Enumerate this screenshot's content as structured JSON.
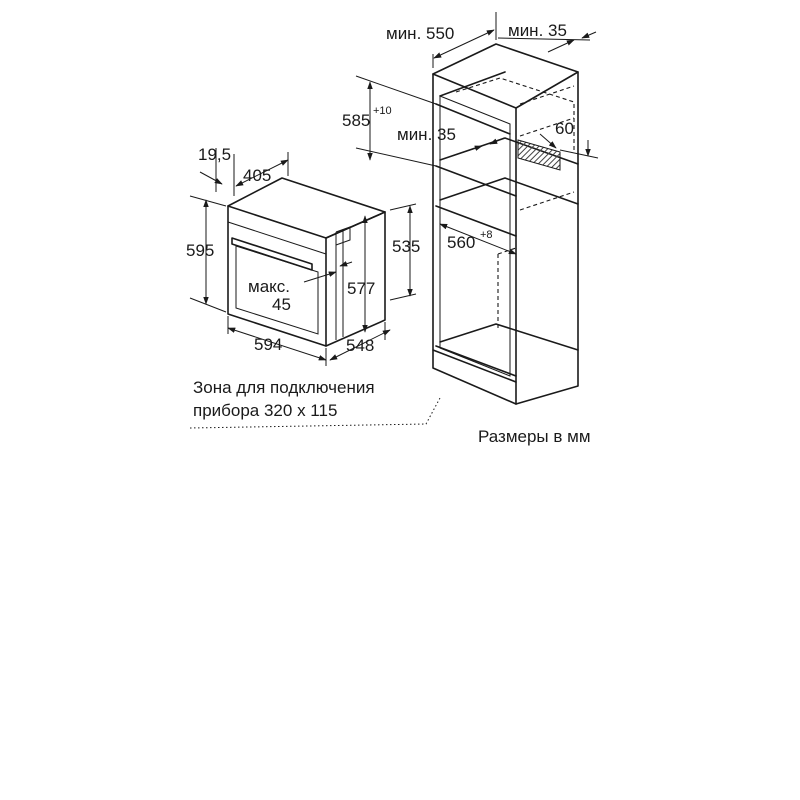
{
  "diagram": {
    "oven": {
      "depth_offset": "19,5",
      "depth_top": "405",
      "height_total": "595",
      "height_body": "535",
      "height_inner": "577",
      "max_label": "макс.",
      "max_value": "45",
      "width": "594",
      "depth": "548"
    },
    "cabinet": {
      "min_depth": "мин. 550",
      "min_top": "мин. 35",
      "niche_height": "585",
      "niche_height_tol": "+10",
      "min_vent": "мин. 35",
      "vent_height": "60",
      "niche_width": "560",
      "niche_width_tol": "+8"
    },
    "connection_zone_line1": "Зона для подключения",
    "connection_zone_line2": "прибора 320 x 115",
    "units_note": "Размеры в мм",
    "colors": {
      "line": "#1a1a1a",
      "hatch": "#444444",
      "background": "#ffffff"
    }
  }
}
